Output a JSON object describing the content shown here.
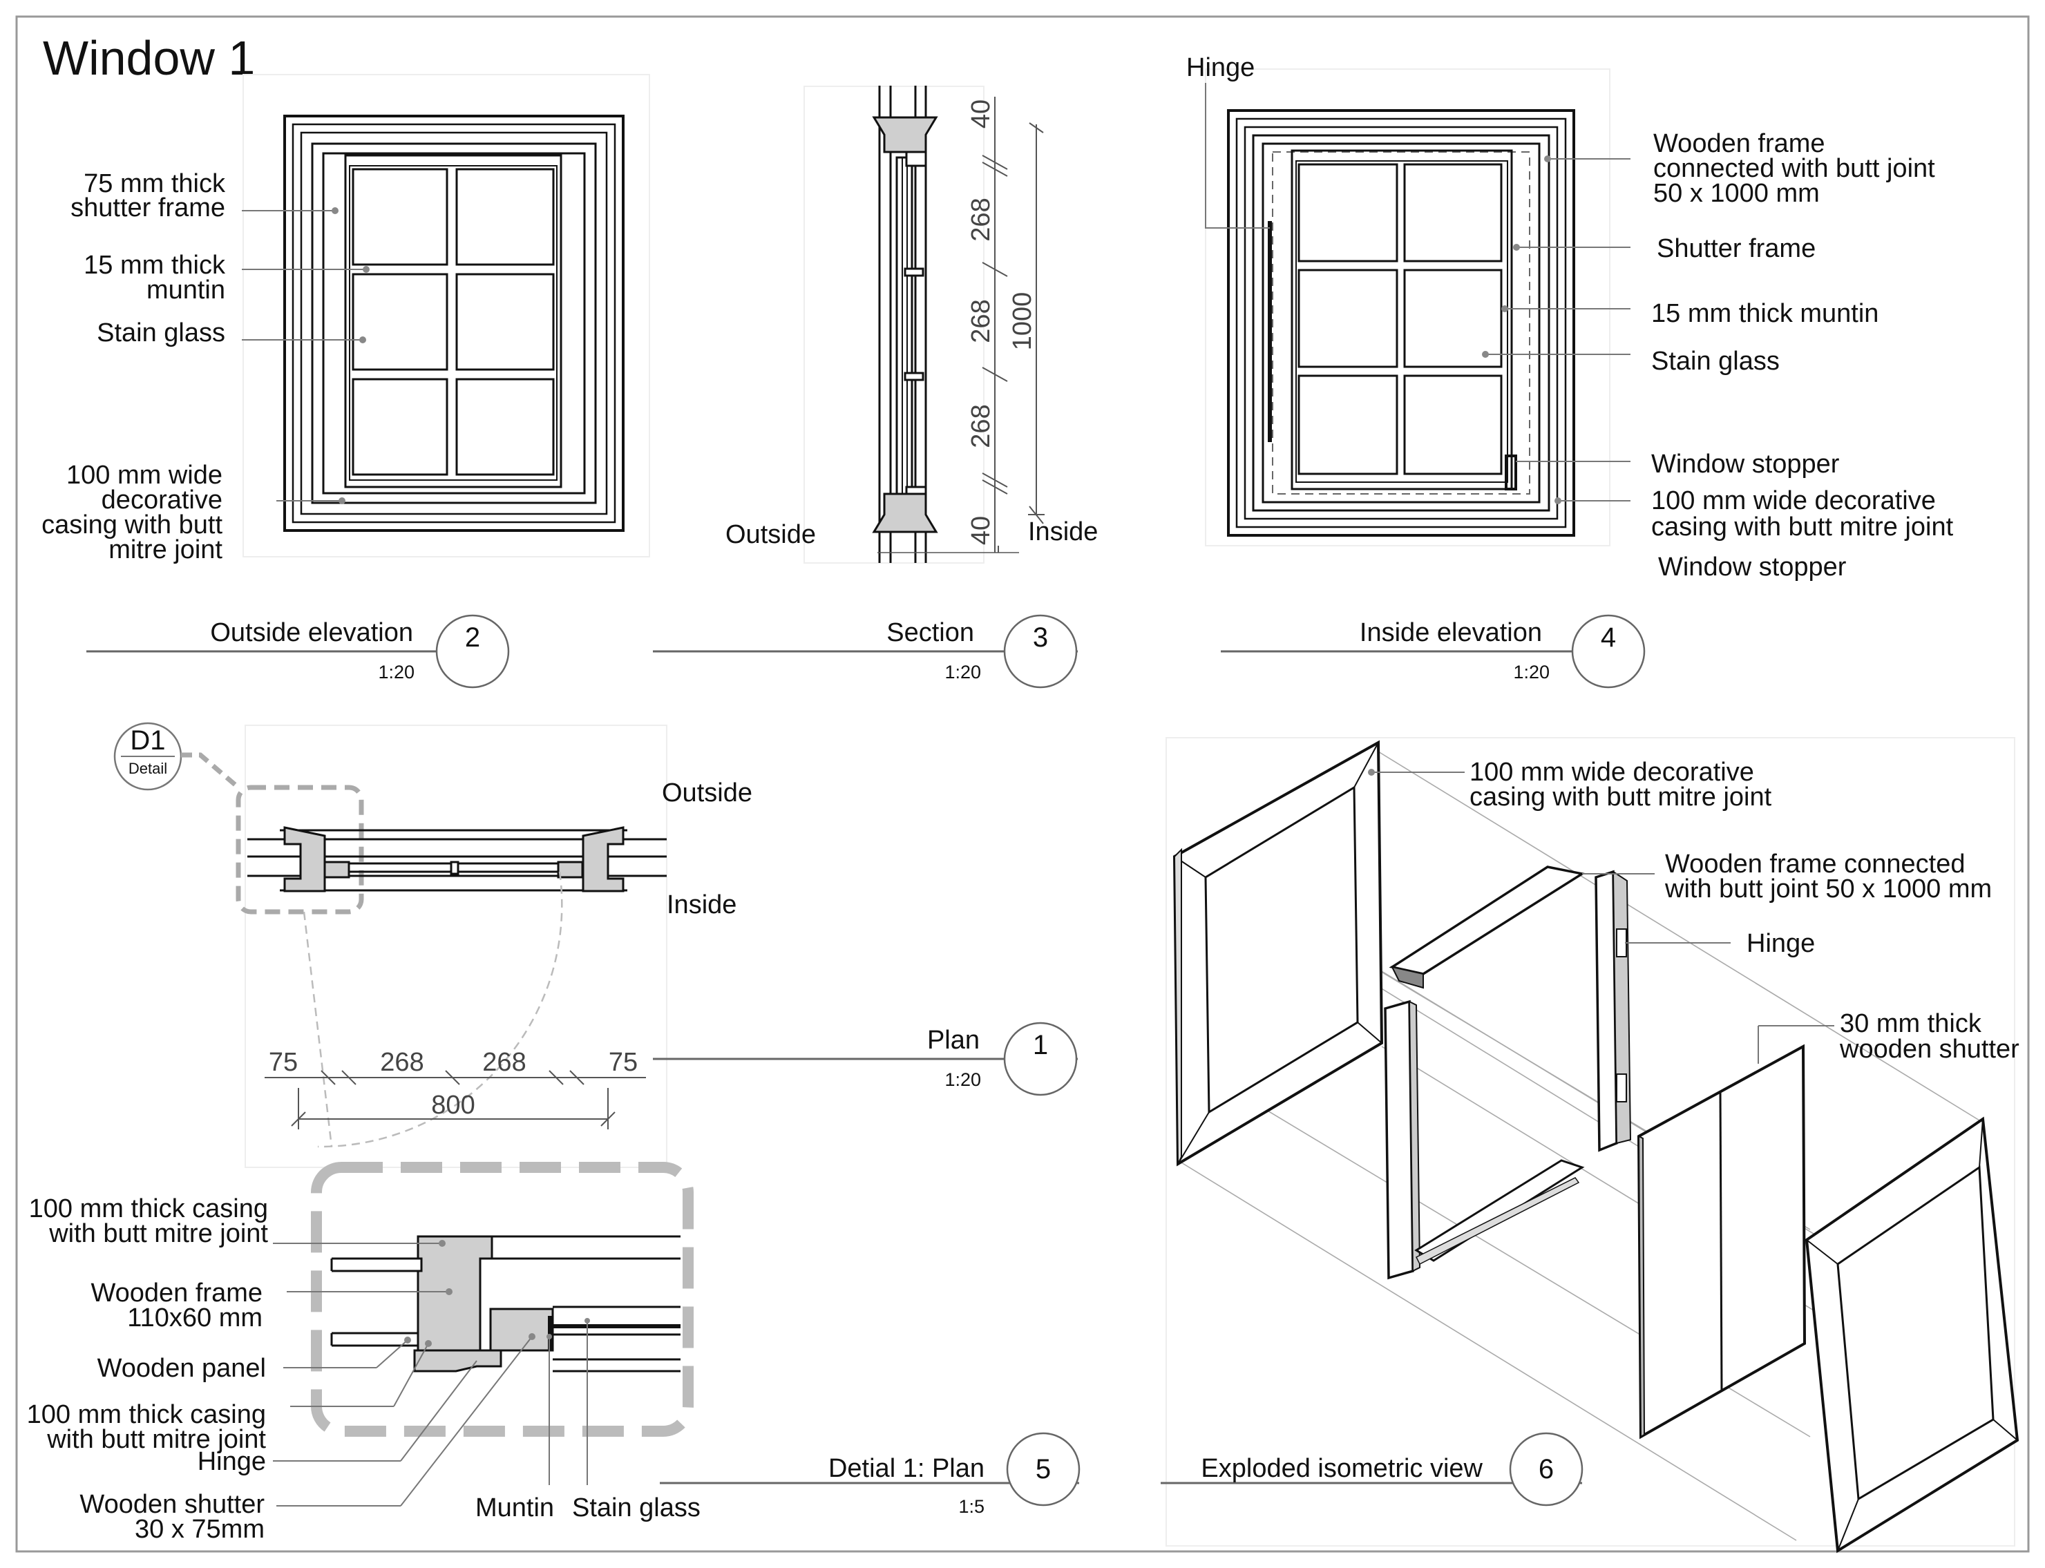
{
  "sheet_title": "Window 1",
  "views": {
    "outside_elevation": {
      "title": "Outside elevation",
      "number": "2",
      "scale": "1:20",
      "labels": [
        "75 mm thick",
        "shutter frame",
        "15 mm thick",
        "muntin",
        "Stain glass",
        "100 mm wide",
        "decorative",
        "casing with butt",
        "mitre joint"
      ]
    },
    "section": {
      "title": "Section",
      "number": "3",
      "scale": "1:20",
      "outside": "Outside",
      "inside": "Inside",
      "dims": [
        "40",
        "268",
        "268",
        "268",
        "40"
      ],
      "overall": "1000"
    },
    "inside_elevation": {
      "title": "Inside elevation",
      "number": "4",
      "scale": "1:20",
      "labels": [
        "Hinge",
        "Wooden frame",
        "connected with butt joint",
        "50 x 1000 mm",
        "Shutter frame",
        "15 mm thick  muntin",
        "Stain glass",
        "Window stopper",
        "100 mm wide decorative",
        "casing with butt mitre joint",
        "Window stopper"
      ]
    },
    "plan": {
      "title": "Plan",
      "number": "1",
      "scale": "1:20",
      "outside": "Outside",
      "inside": "Inside",
      "detail_tag": "D1",
      "detail_sub": "Detail",
      "dims": [
        "75",
        "268",
        "268",
        "75"
      ],
      "overall": "800"
    },
    "detail": {
      "title": "Detial 1: Plan",
      "number": "5",
      "scale": "1:5",
      "labels": [
        "100 mm thick casing",
        "with butt mitre joint",
        "Wooden frame",
        "110x60 mm",
        "Wooden panel",
        "100 mm thick casing",
        "with butt mitre joint",
        "Hinge",
        "Wooden shutter",
        "30 x 75mm",
        "Muntin",
        "Stain glass"
      ]
    },
    "isometric": {
      "title": "Exploded isometric view",
      "number": "6",
      "labels": [
        "100 mm wide decorative",
        "casing with butt mitre joint",
        "Wooden frame connected",
        "with butt joint  50 x 1000 mm",
        "Hinge",
        "30 mm thick",
        "wooden shutter"
      ]
    }
  }
}
